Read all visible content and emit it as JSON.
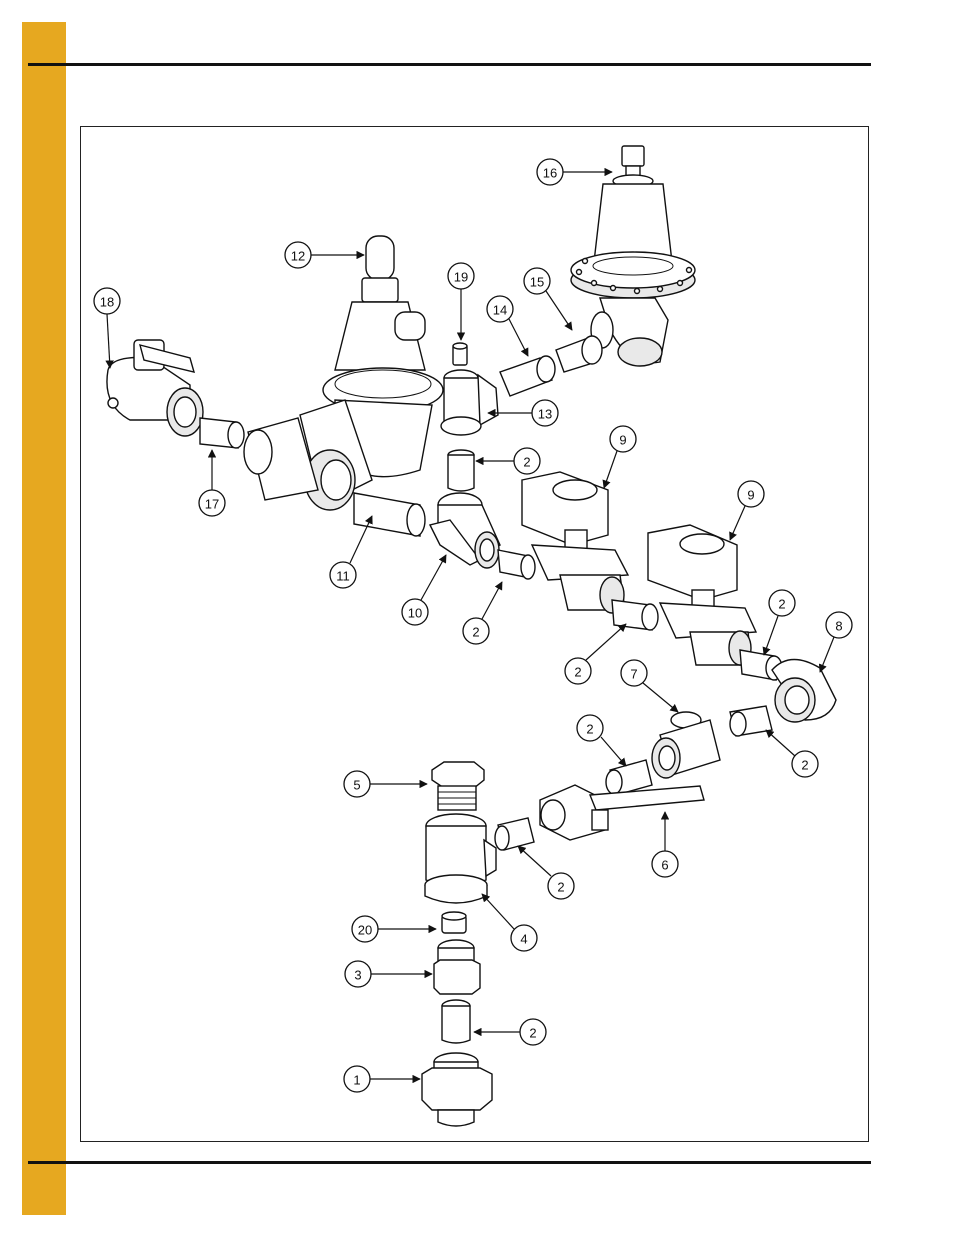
{
  "colors": {
    "side_bar": "#e6a820",
    "rule": "#111111",
    "line": "#111111"
  },
  "callouts": [
    {
      "id": "c16",
      "label": "16"
    },
    {
      "id": "c12",
      "label": "12"
    },
    {
      "id": "c19",
      "label": "19"
    },
    {
      "id": "c15",
      "label": "15"
    },
    {
      "id": "c14",
      "label": "14"
    },
    {
      "id": "c18",
      "label": "18"
    },
    {
      "id": "c13",
      "label": "13"
    },
    {
      "id": "c2a",
      "label": "2"
    },
    {
      "id": "c9a",
      "label": "9"
    },
    {
      "id": "c9b",
      "label": "9"
    },
    {
      "id": "c17",
      "label": "17"
    },
    {
      "id": "c11",
      "label": "11"
    },
    {
      "id": "c10",
      "label": "10"
    },
    {
      "id": "c2b",
      "label": "2"
    },
    {
      "id": "c2c",
      "label": "2"
    },
    {
      "id": "c2d",
      "label": "2"
    },
    {
      "id": "c8",
      "label": "8"
    },
    {
      "id": "c7",
      "label": "7"
    },
    {
      "id": "c2e",
      "label": "2"
    },
    {
      "id": "c2f",
      "label": "2"
    },
    {
      "id": "c5",
      "label": "5"
    },
    {
      "id": "c6",
      "label": "6"
    },
    {
      "id": "c2g",
      "label": "2"
    },
    {
      "id": "c4",
      "label": "4"
    },
    {
      "id": "c20",
      "label": "20"
    },
    {
      "id": "c3",
      "label": "3"
    },
    {
      "id": "c2h",
      "label": "2"
    },
    {
      "id": "c1",
      "label": "1"
    }
  ]
}
